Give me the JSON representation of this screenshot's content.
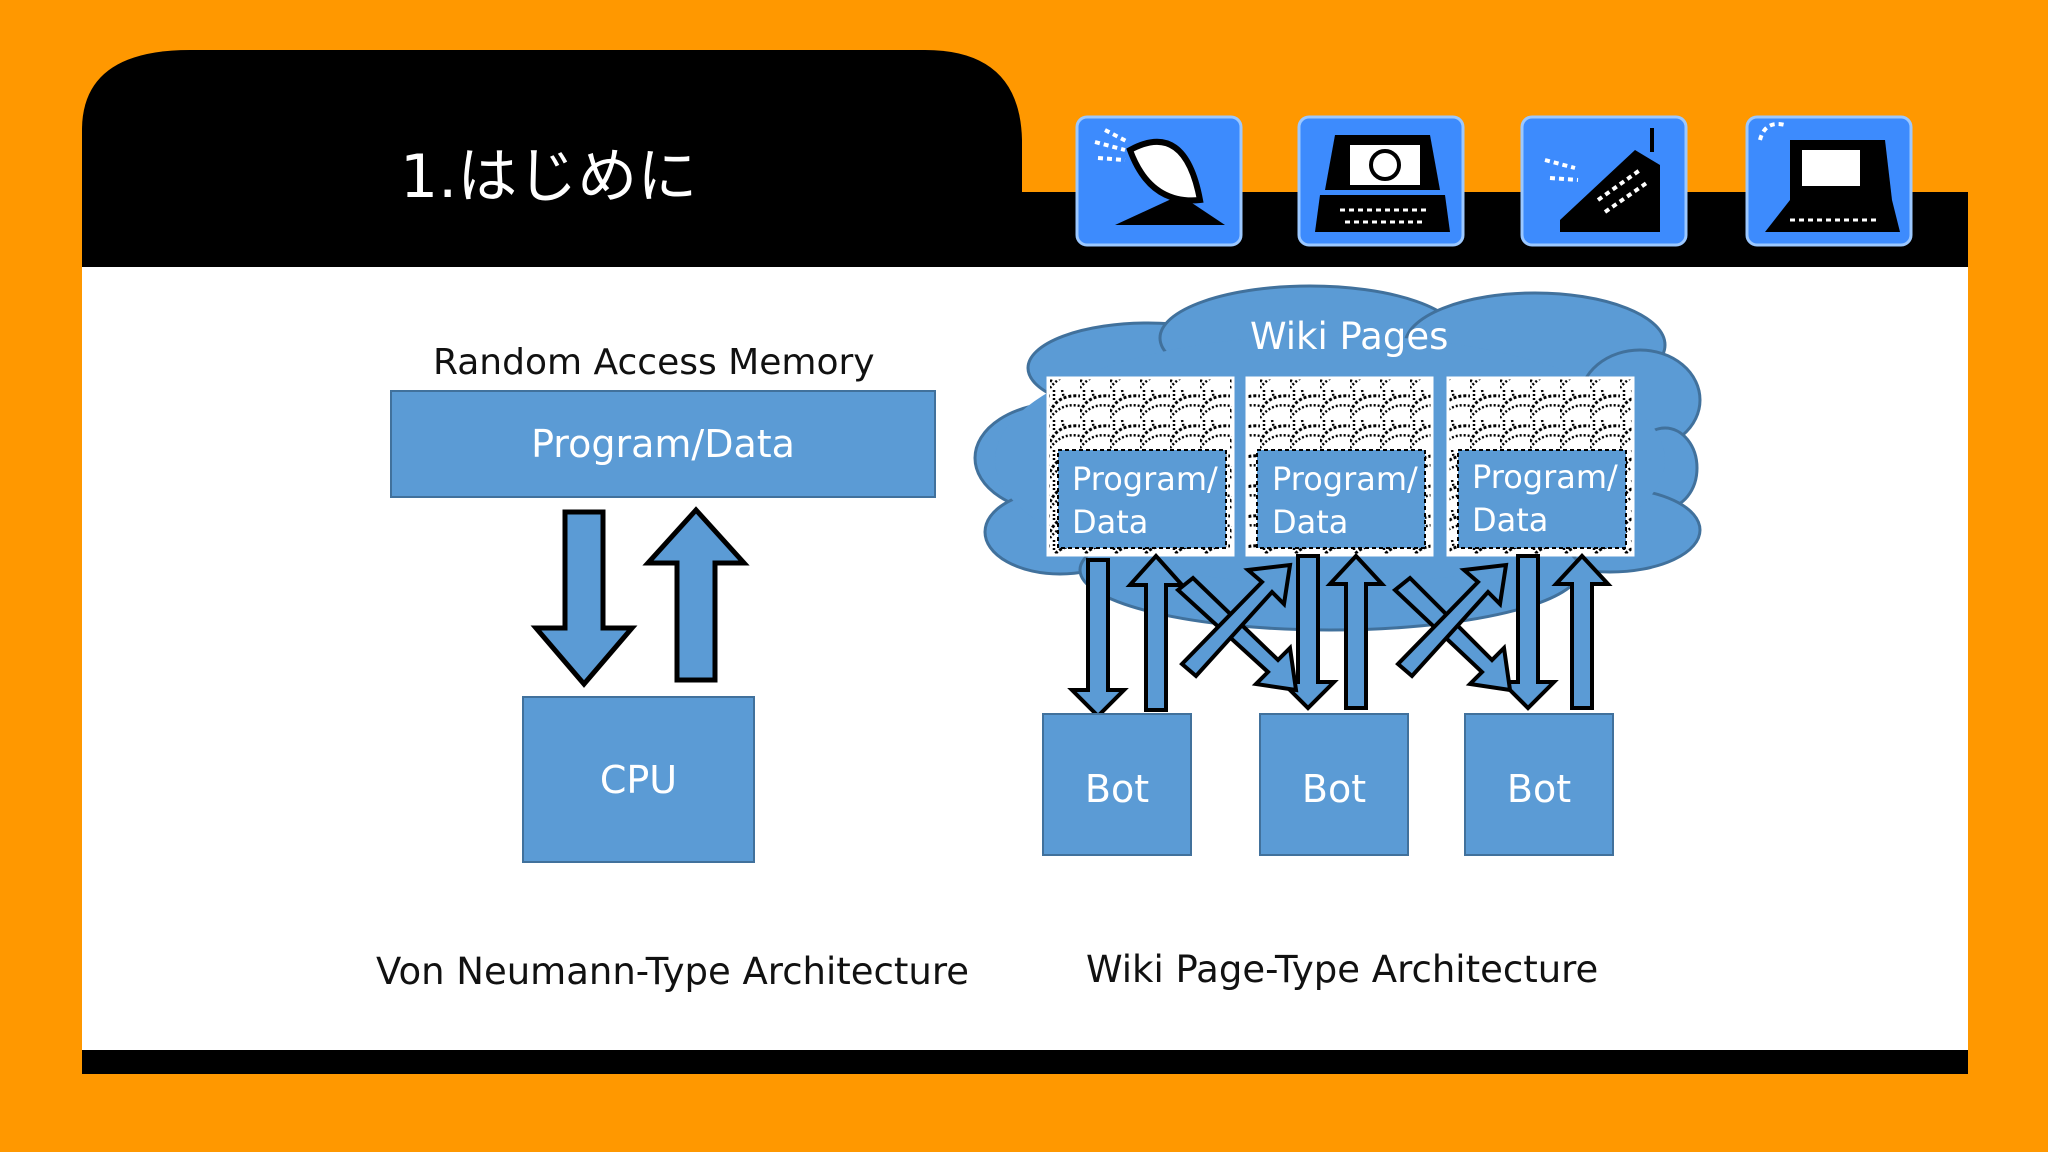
{
  "slide": {
    "title": "1.はじめに"
  },
  "icons": [
    "satellite-dish-icon",
    "email-computer-icon",
    "mobile-phone-icon",
    "computer-terminal-icon"
  ],
  "colors": {
    "background": "#FF9800",
    "header": "#000000",
    "panel": "#FFFFFF",
    "box_fill": "#5B9BD5",
    "box_border": "#41719C",
    "icon_tile": "#3D8BFD"
  },
  "von_neumann": {
    "memory_label": "Random Access Memory",
    "memory_box": "Program/Data",
    "cpu_box": "CPU",
    "caption": "Von Neumann-Type Architecture"
  },
  "wiki": {
    "cloud_label": "Wiki Pages",
    "pages": [
      {
        "line1": "Program/",
        "line2": "Data"
      },
      {
        "line1": "Program/",
        "line2": "Data"
      },
      {
        "line1": "Program/",
        "line2": "Data"
      }
    ],
    "bots": [
      "Bot",
      "Bot",
      "Bot"
    ],
    "caption": "Wiki Page-Type Architecture"
  }
}
